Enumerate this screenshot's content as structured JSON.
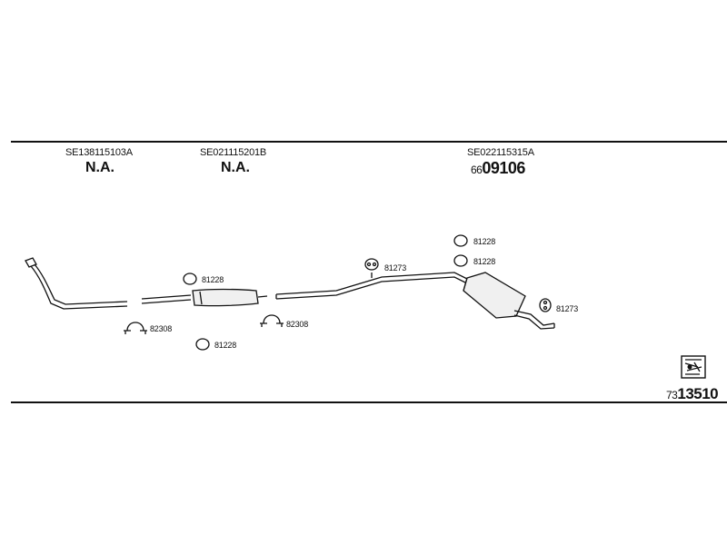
{
  "sections": [
    {
      "part_number": "SE138115103A",
      "status": "N.A."
    },
    {
      "part_number": "SE021115201B",
      "status": "N.A."
    },
    {
      "part_number": "SE022115315A",
      "number_prefix": "66",
      "number_main": "09106"
    }
  ],
  "parts": {
    "ring_upper_left": "81228",
    "ring_lower_left": "81228",
    "clamp_left": "82308",
    "clamp_middle": "82308",
    "hanger_middle": "81273",
    "ring_right_top": "81228",
    "ring_right_mid": "81228",
    "hanger_right": "81273"
  },
  "reference": {
    "prefix": "73",
    "main": "13510"
  },
  "icons": {
    "reference": "diagram-reference-icon"
  }
}
